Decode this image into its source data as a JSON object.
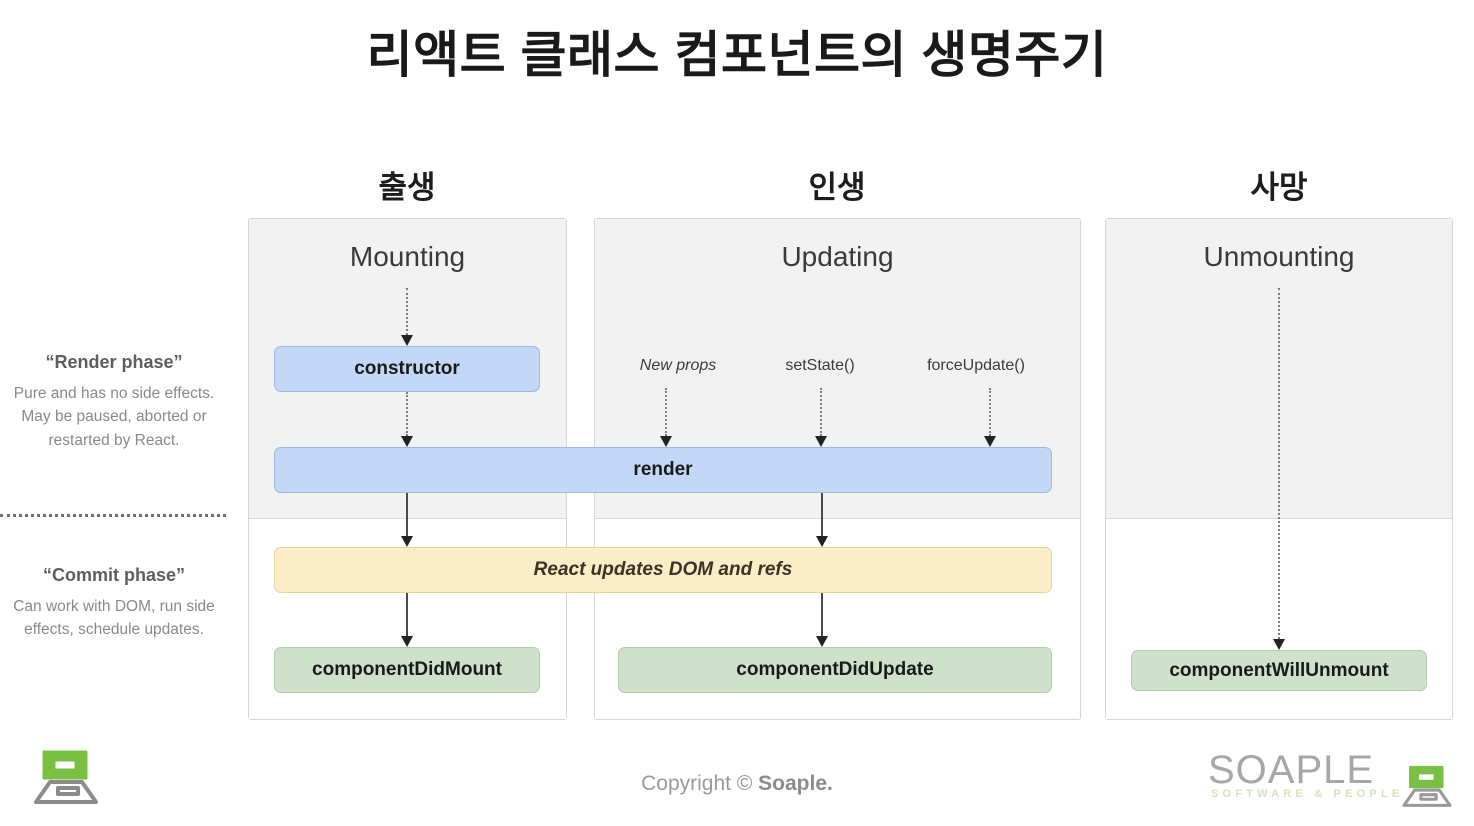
{
  "title": "리액트 클래스 컴포넌트의 생명주기",
  "stage_headers": {
    "birth": "출생",
    "life": "인생",
    "death": "사망"
  },
  "columns": [
    {
      "key": "mounting",
      "title": "Mounting"
    },
    {
      "key": "updating",
      "title": "Updating"
    },
    {
      "key": "unmounting",
      "title": "Unmounting"
    }
  ],
  "phases": [
    {
      "key": "render",
      "title": "“Render phase”",
      "description": "Pure and has no side effects. May be paused, aborted or restarted by React."
    },
    {
      "key": "commit",
      "title": "“Commit phase”",
      "description": "Can work with DOM, run side effects, schedule updates."
    }
  ],
  "lifecycle_boxes": {
    "constructor": "constructor",
    "render": "render",
    "react_updates": "React updates DOM and refs",
    "component_did_mount": "componentDidMount",
    "component_did_update": "componentDidUpdate",
    "component_will_unmount": "componentWillUnmount"
  },
  "triggers": [
    {
      "key": "new_props",
      "label": "New props"
    },
    {
      "key": "set_state",
      "label": "setState()"
    },
    {
      "key": "force_update",
      "label": "forceUpdate()"
    }
  ],
  "footer": {
    "copyright_prefix": "Copyright © ",
    "copyright_brand": "Soaple."
  },
  "brand": {
    "wordmark": "SOAPLE",
    "tagline": "SOFTWARE & PEOPLE"
  },
  "colors": {
    "render_phase_box": "#c3d8f7",
    "commit_dom_box": "#fbeec6",
    "lifecycle_hook_box": "#cfe0cb",
    "panel_render_bg": "#f2f2f2",
    "panel_commit_bg": "#ffffff",
    "brand_green": "#7ac143"
  }
}
